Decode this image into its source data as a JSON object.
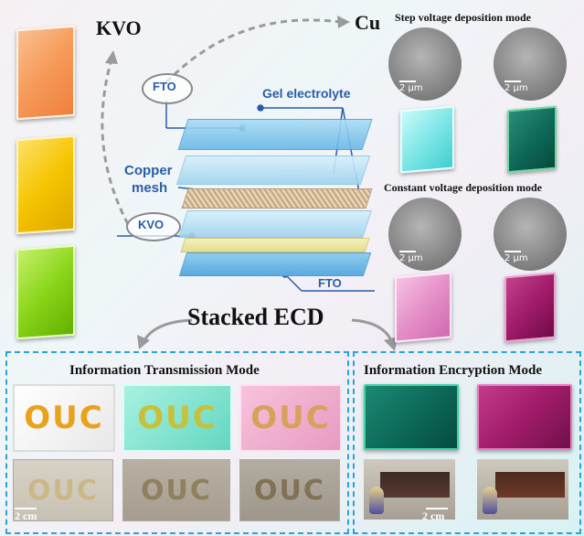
{
  "labels": {
    "kvo_top": "KVO",
    "cu_top": "Cu",
    "step_mode": "Step voltage deposition mode",
    "constant_mode": "Constant voltage deposition mode",
    "stacked_ecd": "Stacked ECD",
    "fto_top": "FTO",
    "gel_electrolyte": "Gel electrolyte",
    "copper_mesh_line1": "Copper",
    "copper_mesh_line2": "mesh",
    "kvo_layer": "KVO",
    "fto_bottom": "FTO",
    "sem_scale": "2 μm",
    "transmission_mode": "Information Transmission Mode",
    "encryption_mode": "Information Encryption Mode",
    "cm_scale": "2 cm",
    "ouc_text": "OUC"
  },
  "colors": {
    "dashed_border": "#2aa3d6",
    "label_blue": "#2a5da8",
    "kvo_orange": "#f59a58",
    "kvo_yellow": "#f5c400",
    "kvo_green": "#8ad51a",
    "cu_cyan": "#7fe6e6",
    "cu_teal": "#0f6b5a",
    "cu_pink": "#e58fc8",
    "cu_magenta": "#a01c6a"
  }
}
